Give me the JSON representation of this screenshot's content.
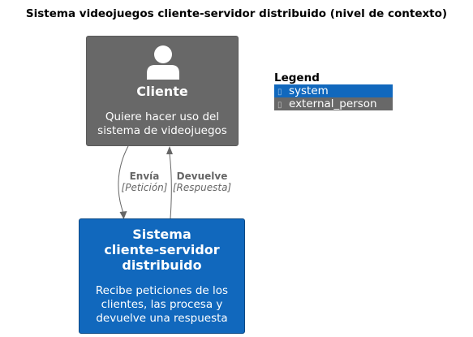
{
  "title": "Sistema  videojuegos cliente-servidor distribuido (nivel de contexto)",
  "person": {
    "name": "Cliente",
    "description": "Quiere hacer uso del\nsistema de videojuegos",
    "icon": "person-icon",
    "color": "#686868"
  },
  "system": {
    "name": "Sistema\ncliente-servidor\ndistribuido",
    "description": "Recibe peticiones de los\nclientes, las procesa y\ndevuelve una respuesta",
    "color": "#1168bd"
  },
  "relationships": [
    {
      "from": "Cliente",
      "to": "Sistema",
      "label": "Envía",
      "technology": "[Petición]"
    },
    {
      "from": "Sistema",
      "to": "Cliente",
      "label": "Devuelve",
      "technology": "[Respuesta]"
    }
  ],
  "legend": {
    "title": "Legend",
    "items": [
      {
        "label": "system",
        "color": "#1168bd"
      },
      {
        "label": "external_person",
        "color": "#686868"
      }
    ]
  }
}
